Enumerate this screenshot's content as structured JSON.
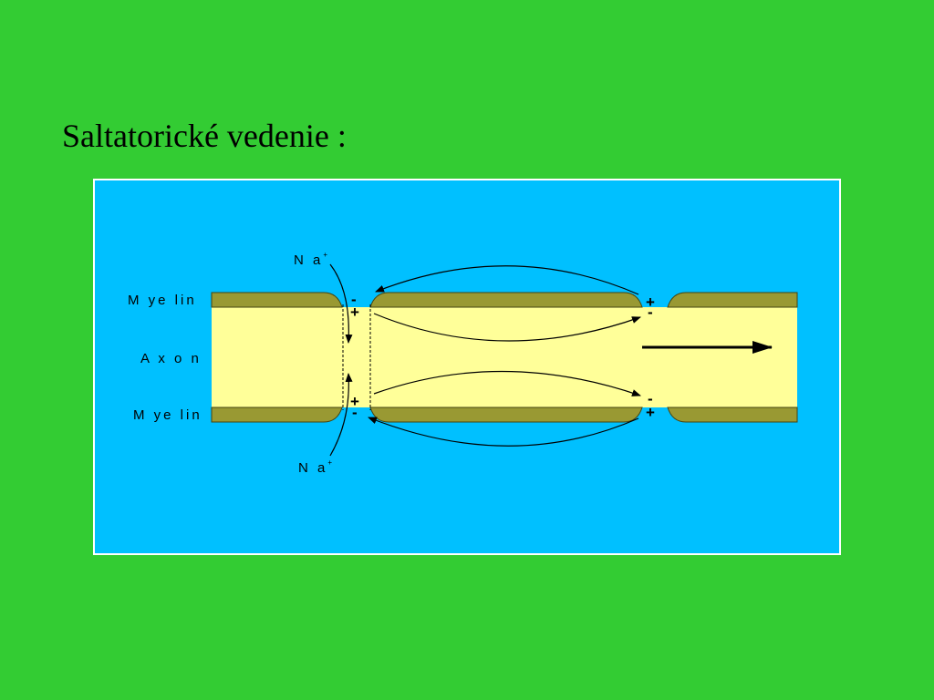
{
  "slide": {
    "title": "Saltatorické vedenie :"
  },
  "diagram": {
    "labels": {
      "myelin_top": "M ye lin",
      "axon": "A x o n",
      "myelin_bottom": "M ye lin",
      "na_top": "N a",
      "na_bottom": "N a",
      "na_charge": "+"
    },
    "signs": {
      "node1_top_outer": "-",
      "node1_top_inner": "+",
      "node1_bottom_inner": "+",
      "node1_bottom_outer": "-",
      "node2_top_outer": "+",
      "node2_top_inner": "-",
      "node2_bottom_inner": "-",
      "node2_bottom_outer": "+"
    },
    "colors": {
      "slide_background": "#33cc33",
      "extracellular": "#00c0ff",
      "myelin": "#999933",
      "axon": "#ffff99"
    }
  }
}
